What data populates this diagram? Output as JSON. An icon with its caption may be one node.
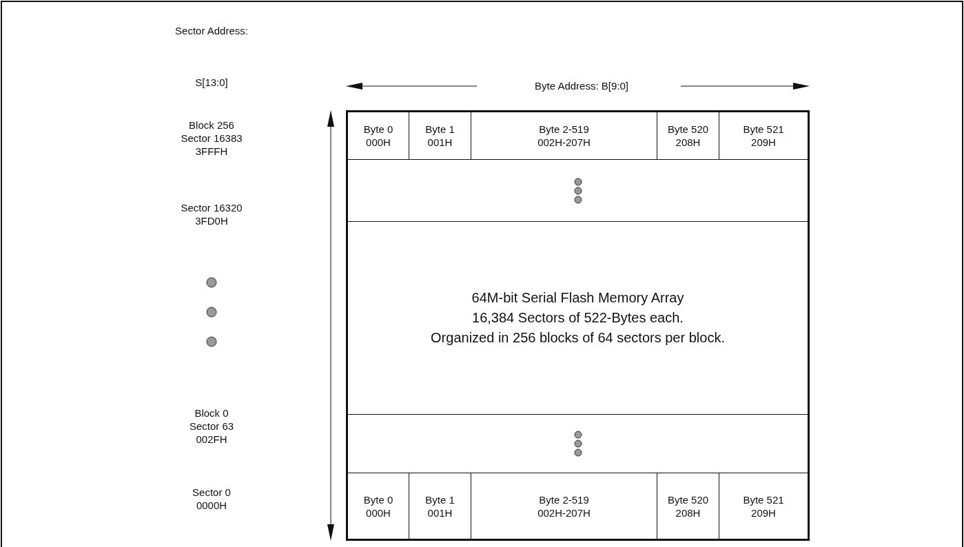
{
  "diagram": {
    "nodes": [
      {
        "text": [],
        "shape": "box"
      },
      {
        "text": [
          "Byte 0",
          "000H"
        ],
        "in": 0
      },
      {
        "text": [
          "Byte 1",
          "001H"
        ],
        "in": 0
      },
      {
        "text": [
          "Byte 2-519",
          "002H-207H"
        ],
        "in": 0
      },
      {
        "text": [
          "Byte 520",
          "208H"
        ],
        "in": 0
      },
      {
        "text": [
          "Byte 521",
          "209H"
        ],
        "in": 0
      },
      {
        "text": [],
        "shape": "box",
        "in": 0
      },
      {
        "text": [
          "64M-bit Serial Flash Memory Array",
          "16,384 Sectors of 522-Bytes each.",
          "Organized in 256 blocks of 64 sectors per block."
        ],
        "in": 0
      },
      {
        "text": [],
        "shape": "box",
        "in": 0
      },
      {
        "text": [
          "Byte 0",
          "000H"
        ],
        "in": 0
      },
      {
        "text": [
          "Byte 1",
          "001H"
        ],
        "in": 0
      },
      {
        "text": [
          "Byte 2-519",
          "002H-207H"
        ],
        "in": 0
      },
      {
        "text": [
          "Byte 520",
          "208H"
        ],
        "in": 0
      },
      {
        "text": [
          "Byte 521",
          "209H"
        ],
        "in": 0
      }
    ],
    "labels": [
      "Sector Address:",
      "S[13:0]",
      "Byte Address: B[9:0]",
      "Block 256 Sector 16383 3FFFH",
      "Sector 16320 3FD0H",
      "Block 0 Sector 63 002FH",
      "Sector 0 0000H"
    ]
  }
}
